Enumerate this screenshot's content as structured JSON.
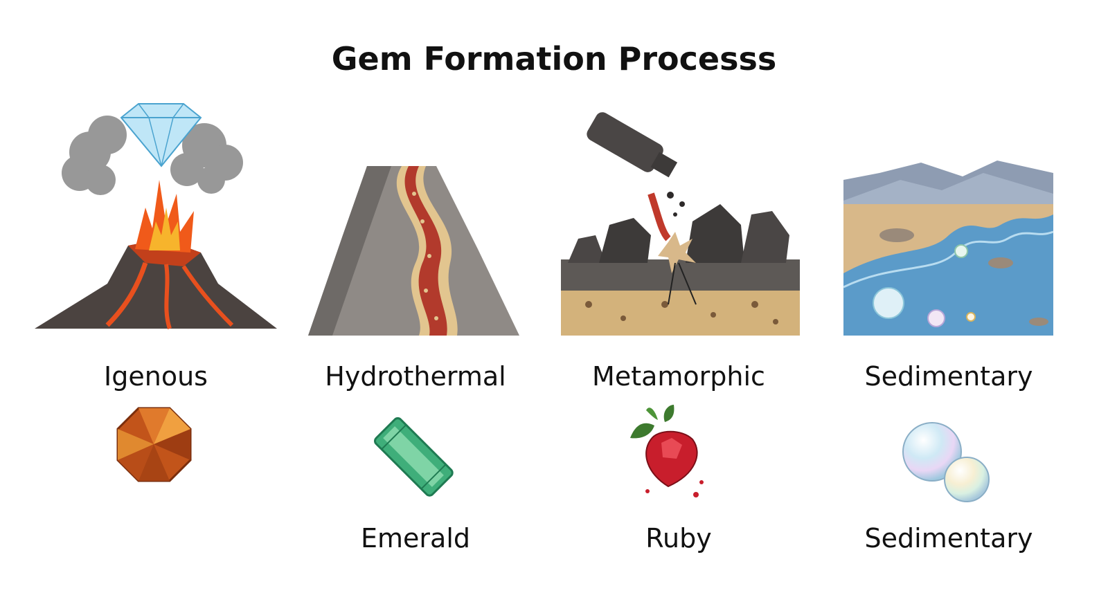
{
  "title": "Gem Formation Processs",
  "columns": [
    {
      "process": "Igenous",
      "scene_icon": "volcano-with-diamond-icon",
      "gem_icon": "orange-faceted-gem-icon",
      "gem_label": ""
    },
    {
      "process": "Hydrothermal",
      "scene_icon": "mountain-vein-icon",
      "gem_icon": "emerald-crystal-icon",
      "gem_label": "Emerald"
    },
    {
      "process": "Metamorphic",
      "scene_icon": "rock-layers-pressure-icon",
      "gem_icon": "ruby-with-leaves-icon",
      "gem_label": "Ruby"
    },
    {
      "process": "Sedimentary",
      "scene_icon": "river-landscape-icon",
      "gem_icon": "opal-spheres-icon",
      "gem_label": "Sedimentary"
    }
  ]
}
